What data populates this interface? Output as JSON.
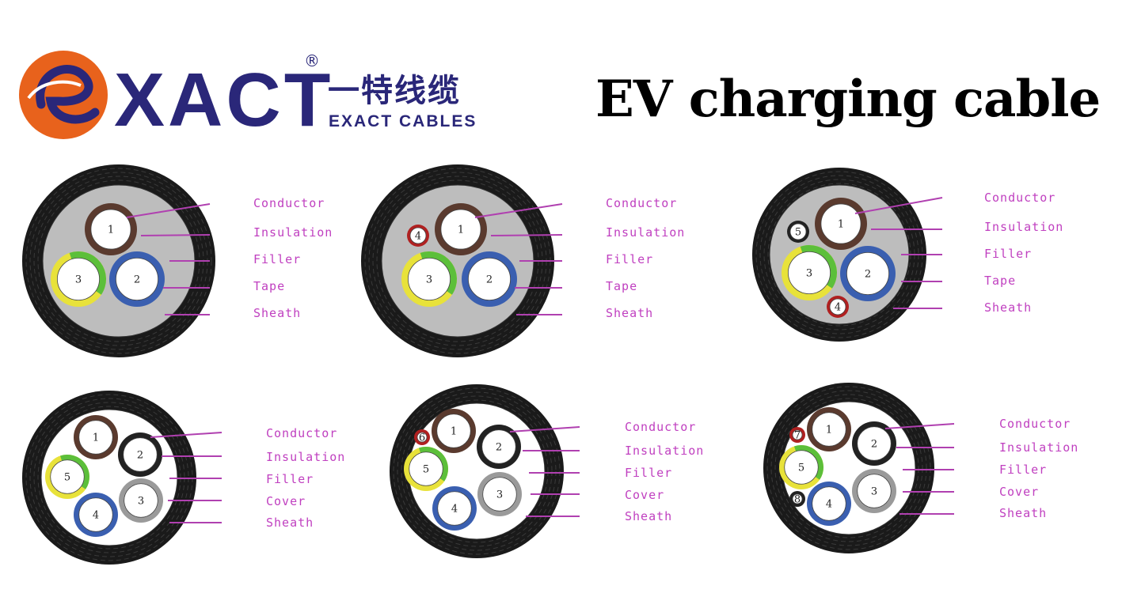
{
  "header": {
    "brand": "XACT",
    "chinese_name": "一特线缆",
    "english_name": "EXACT CABLES",
    "registered_mark": "®",
    "title": "EV charging cable"
  },
  "colors": {
    "brand_orange": "#e8621c",
    "brand_navy": "#2a2779",
    "label_purple": "#c040c0",
    "sheath": "#1a1a1a",
    "filler_grey": "#bdbdbd",
    "core_brown": "#5a3a2e",
    "core_blue": "#3a5fb0",
    "core_yellow": "#e8e23a",
    "core_green": "#5cbf3a",
    "core_black": "#222222",
    "core_grey": "#9a9a9a",
    "core_red": "#b02020"
  },
  "icons": [
    "exact-logo-icon"
  ],
  "diagrams": [
    {
      "labels": [
        "Conductor",
        "Insulation",
        "Filler",
        "Tape",
        "Sheath"
      ],
      "cores": [
        "1",
        "2",
        "3"
      ]
    },
    {
      "labels": [
        "Conductor",
        "Insulation",
        "Filler",
        "Tape",
        "Sheath"
      ],
      "cores": [
        "1",
        "2",
        "3",
        "4"
      ]
    },
    {
      "labels": [
        "Conductor",
        "Insulation",
        "Filler",
        "Tape",
        "Sheath"
      ],
      "cores": [
        "1",
        "2",
        "3",
        "4",
        "5"
      ]
    },
    {
      "labels": [
        "Conductor",
        "Insulation",
        "Filler",
        "Cover",
        "Sheath"
      ],
      "cores": [
        "1",
        "2",
        "3",
        "4",
        "5"
      ]
    },
    {
      "labels": [
        "Conductor",
        "Insulation",
        "Filler",
        "Cover",
        "Sheath"
      ],
      "cores": [
        "1",
        "2",
        "3",
        "4",
        "5",
        "6"
      ]
    },
    {
      "labels": [
        "Conductor",
        "Insulation",
        "Filler",
        "Cover",
        "Sheath"
      ],
      "cores": [
        "1",
        "2",
        "3",
        "4",
        "5",
        "7",
        "8"
      ]
    }
  ]
}
